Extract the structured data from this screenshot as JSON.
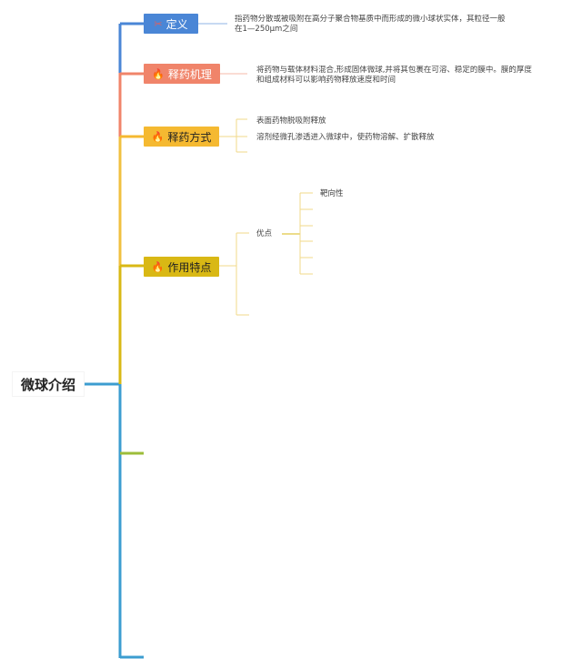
{
  "root": {
    "label": "微球介绍"
  },
  "branches": [
    {
      "label": "定义",
      "icon": "✂",
      "icon_name": "scissors-icon",
      "color": "#4a86d6",
      "text": [
        "指药物分散或被吸附在高分子聚合物基质中而形成的微小球状实体，其粒径一般",
        "在1—250μm之间"
      ]
    },
    {
      "label": "释药机理",
      "icon": "🔥",
      "icon_name": "flame-icon",
      "color": "#f0846a",
      "text": [
        "将药物与载体材料混合,形成固体微球,并将其包裹在可溶、稳定的膜中。膜的厚度",
        "和组成材料可以影响药物释放速度和时间"
      ]
    },
    {
      "label": "释药方式",
      "icon": "🔥",
      "icon_name": "flame-icon",
      "color": "#f5b931",
      "items": [
        "表面药物脱吸附释放",
        "溶剂经微孔渗透进入微球中，使药物溶解、扩散释放"
      ]
    },
    {
      "label": "作用特点",
      "icon": "🔥",
      "icon_name": "flame-icon",
      "color": "#d9b814",
      "sub_label": "优点",
      "sub_items": [
        "靶向性"
      ]
    }
  ],
  "colors": {
    "blue": "#3c9dd0",
    "yellow": "#e9c13b",
    "olive": "#9dbd3a",
    "light_yellow": "#f2d98a",
    "light_blue": "#a9c6ea",
    "light_salmon": "#f5b9a8"
  }
}
